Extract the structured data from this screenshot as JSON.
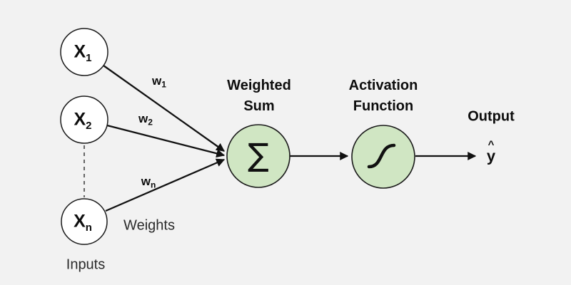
{
  "diagram": {
    "inputs": {
      "caption": "Inputs",
      "nodes": [
        {
          "label": "X",
          "sub": "1"
        },
        {
          "label": "X",
          "sub": "2"
        },
        {
          "label": "X",
          "sub": "n"
        }
      ]
    },
    "weights": {
      "caption": "Weights",
      "labels": [
        {
          "label": "w",
          "sub": "1"
        },
        {
          "label": "w",
          "sub": "2"
        },
        {
          "label": "w",
          "sub": "n"
        }
      ]
    },
    "weighted_sum": {
      "title_line1": "Weighted",
      "title_line2": "Sum",
      "symbol": "∑"
    },
    "activation": {
      "title_line1": "Activation",
      "title_line2": "Function"
    },
    "output": {
      "title": "Output",
      "hat": "^",
      "symbol": "y"
    },
    "colors": {
      "background": "#f2f2f2",
      "input_node_fill": "#ffffff",
      "process_node_fill": "#d0e6c3",
      "stroke": "#1a1a1a"
    }
  }
}
